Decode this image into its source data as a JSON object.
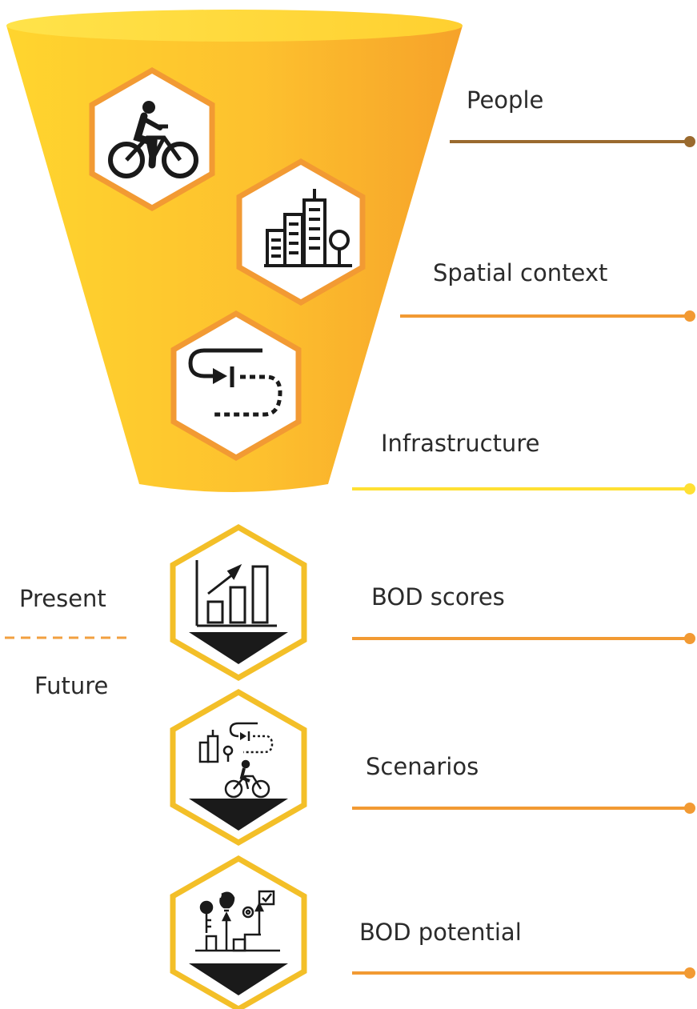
{
  "labels": {
    "people": "People",
    "spatial_context": "Spatial context",
    "infrastructure": "Infrastructure",
    "bod_scores": "BOD scores",
    "scenarios": "Scenarios",
    "bod_potential": "BOD potential"
  },
  "timeline": {
    "present": "Present",
    "future": "Future"
  },
  "icons": [
    "cyclist-icon",
    "city-buildings-icon",
    "route-icon",
    "bar-chart-growth-icon",
    "scenarios-icon",
    "potential-icon"
  ],
  "colors": {
    "funnel_light": "#FFD530",
    "funnel_dark": "#F6A52A",
    "hex_border_orange": "#F29A33",
    "hex_border_yellow": "#F3BF28",
    "line_brown": "#9A6A2E",
    "line_orange": "#F29A33",
    "line_yellow": "#FFE033",
    "dash_orange": "#F2A040",
    "icon_black": "#1A1A1A"
  }
}
